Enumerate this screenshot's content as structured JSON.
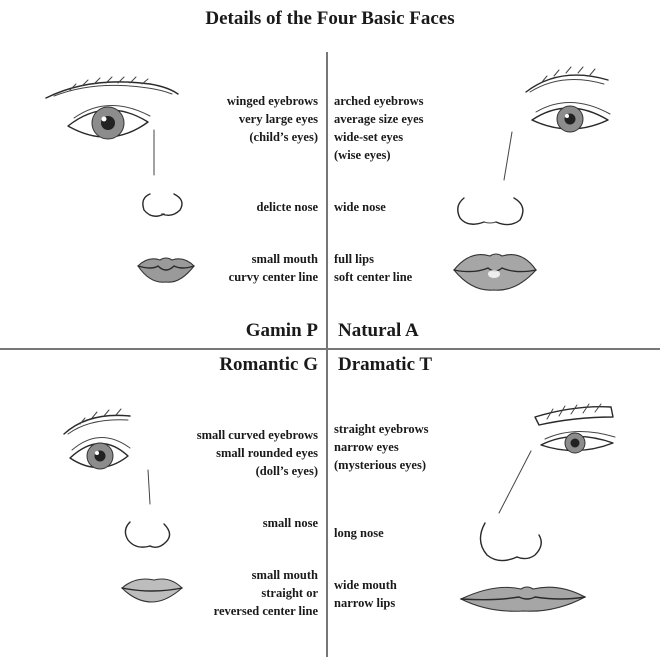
{
  "title": "Details of the Four Basic Faces",
  "quadrants": {
    "gamin": {
      "name": "Gamin P",
      "eyes": [
        "winged eyebrows",
        "very large eyes",
        "(child’s eyes)"
      ],
      "nose": [
        "delicte nose"
      ],
      "mouth": [
        "small mouth",
        "curvy center line"
      ]
    },
    "natural": {
      "name": "Natural  A",
      "eyes": [
        "arched eyebrows",
        "average size eyes",
        "wide-set eyes",
        "(wise eyes)"
      ],
      "nose": [
        "wide nose"
      ],
      "mouth": [
        "full lips",
        "soft center line"
      ]
    },
    "romantic": {
      "name": "Romantic G",
      "eyes": [
        "small curved eyebrows",
        "small  rounded eyes",
        "(doll’s eyes)"
      ],
      "nose": [
        "small nose"
      ],
      "mouth": [
        "small mouth",
        "straight or",
        "reversed center line"
      ]
    },
    "dramatic": {
      "name": "Dramatic  T",
      "eyes": [
        "straight eyebrows",
        "narrow eyes",
        "(mysterious eyes)"
      ],
      "nose": [
        "long nose"
      ],
      "mouth": [
        "wide mouth",
        "narrow lips"
      ]
    }
  }
}
